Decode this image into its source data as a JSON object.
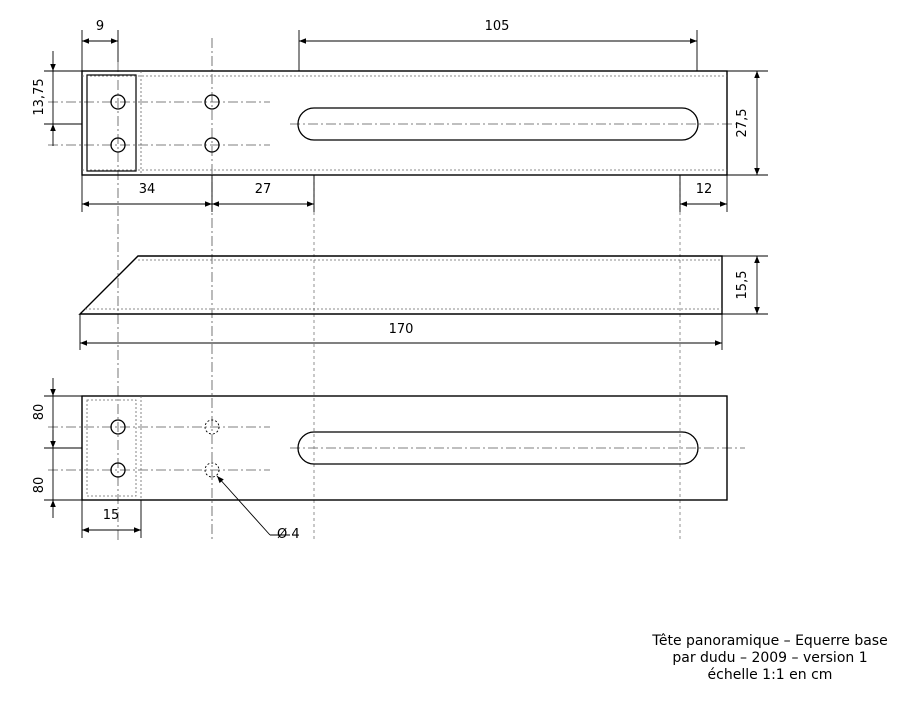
{
  "dimensions": {
    "top_left_width": "9",
    "top_slot_length": "105",
    "top_hole_spacing": "13,75",
    "top_height": "27,5",
    "bottom_34": "34",
    "bottom_27": "27",
    "bottom_12": "12",
    "side_thickness": "15,5",
    "total_length": "170",
    "bottom_view_80_top": "80",
    "bottom_view_80_bottom": "80",
    "bottom_view_15": "15",
    "hole_diameter": "Ø 4"
  },
  "title_block": {
    "line1": "Tête panoramique – Equerre base",
    "line2": "par dudu – 2009 – version 1",
    "line3": "échelle 1:1 en cm"
  }
}
